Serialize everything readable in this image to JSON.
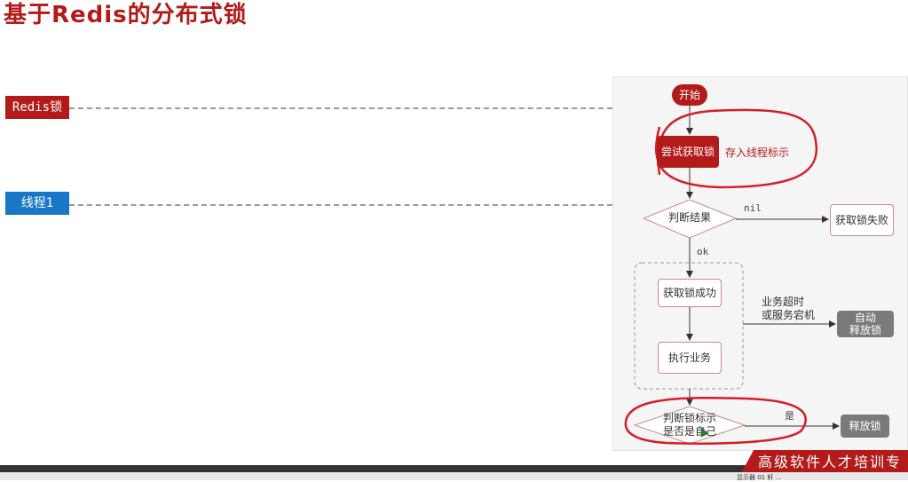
{
  "slide": {
    "title": "基于Redis的分布式锁"
  },
  "labels": {
    "redis": "Redis锁",
    "thread": "线程1"
  },
  "flow": {
    "start": "开始",
    "try_lock": "尝试获取锁",
    "store_note": "存入线程标示",
    "judge": "判断结果",
    "nil": "nil",
    "fail": "获取锁失败",
    "ok": "ok",
    "success": "获取锁成功",
    "exec": "执行业务",
    "timeout_line1": "业务超时",
    "timeout_line2": "或服务宕机",
    "auto_line1": "自动",
    "auto_line2": "释放锁",
    "judge_self_line1": "判断锁标示",
    "judge_self_line2": "是否是自己",
    "yes": "是",
    "release": "释放锁"
  },
  "banner": {
    "text": "高级软件人才培训专"
  },
  "taskbar": {
    "text": "显示器 01  轩  ..."
  },
  "colors": {
    "accent_red": "#b31b1b",
    "accent_blue": "#1976c8",
    "gray_node": "#7a7a7a"
  }
}
